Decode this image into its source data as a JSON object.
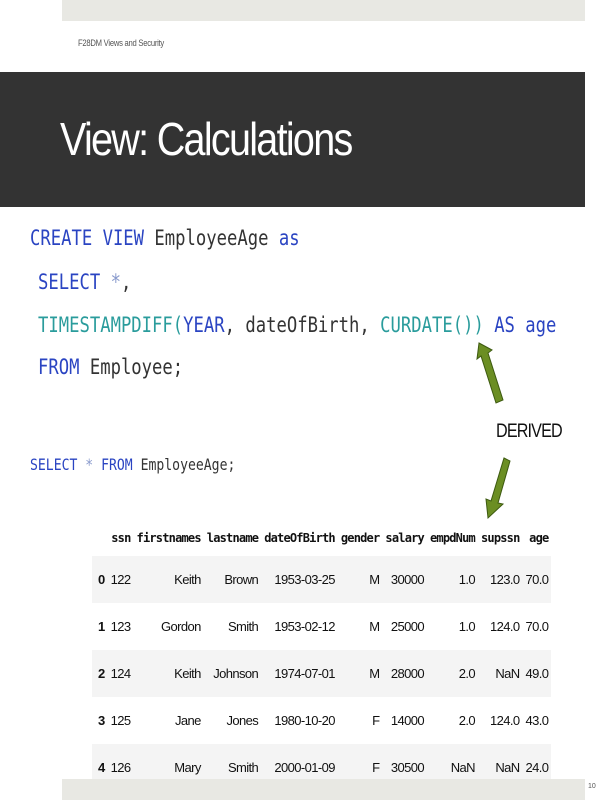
{
  "header": {
    "course_label": "F28DM Views and Security"
  },
  "title": "View: Calculations",
  "code": {
    "l1": {
      "kw1": "CREATE VIEW",
      "name": " EmployeeAge ",
      "kw2": "as"
    },
    "l2": {
      "kw": "SELECT",
      "star": " *",
      "comma": ","
    },
    "l3": {
      "fn1": "TIMESTAMPDIFF(",
      "arg": "YEAR",
      "mid": ", dateOfBirth, ",
      "fn2": "CURDATE())",
      "kw": " AS age"
    },
    "l4": {
      "kw": "FROM",
      "rest": " Employee;"
    },
    "q2": {
      "kw1": "SELECT",
      "star": " * ",
      "kw2": "FROM",
      "rest": " EmployeeAge;"
    }
  },
  "annotation": "DERIVED",
  "table": {
    "columns": [
      "ssn",
      "firstnames",
      "lastname",
      "dateOfBirth",
      "gender",
      "salary",
      "empdNum",
      "supssn",
      "age"
    ],
    "rows": [
      {
        "index": "0",
        "cells": [
          "122",
          "Keith",
          "Brown",
          "1953-03-25",
          "M",
          "30000",
          "1.0",
          "123.0",
          "70.0"
        ]
      },
      {
        "index": "1",
        "cells": [
          "123",
          "Gordon",
          "Smith",
          "1953-02-12",
          "M",
          "25000",
          "1.0",
          "124.0",
          "70.0"
        ]
      },
      {
        "index": "2",
        "cells": [
          "124",
          "Keith",
          "Johnson",
          "1974-07-01",
          "M",
          "28000",
          "2.0",
          "NaN",
          "49.0"
        ]
      },
      {
        "index": "3",
        "cells": [
          "125",
          "Jane",
          "Jones",
          "1980-10-20",
          "F",
          "14000",
          "2.0",
          "124.0",
          "43.0"
        ]
      },
      {
        "index": "4",
        "cells": [
          "126",
          "Mary",
          "Smith",
          "2000-01-09",
          "F",
          "30500",
          "NaN",
          "NaN",
          "24.0"
        ]
      }
    ]
  },
  "page_number": "10",
  "colors": {
    "keyword": "#2a44c2",
    "function": "#2a9c9c",
    "arrow": "#6b8e23",
    "title_band": "#333333"
  }
}
